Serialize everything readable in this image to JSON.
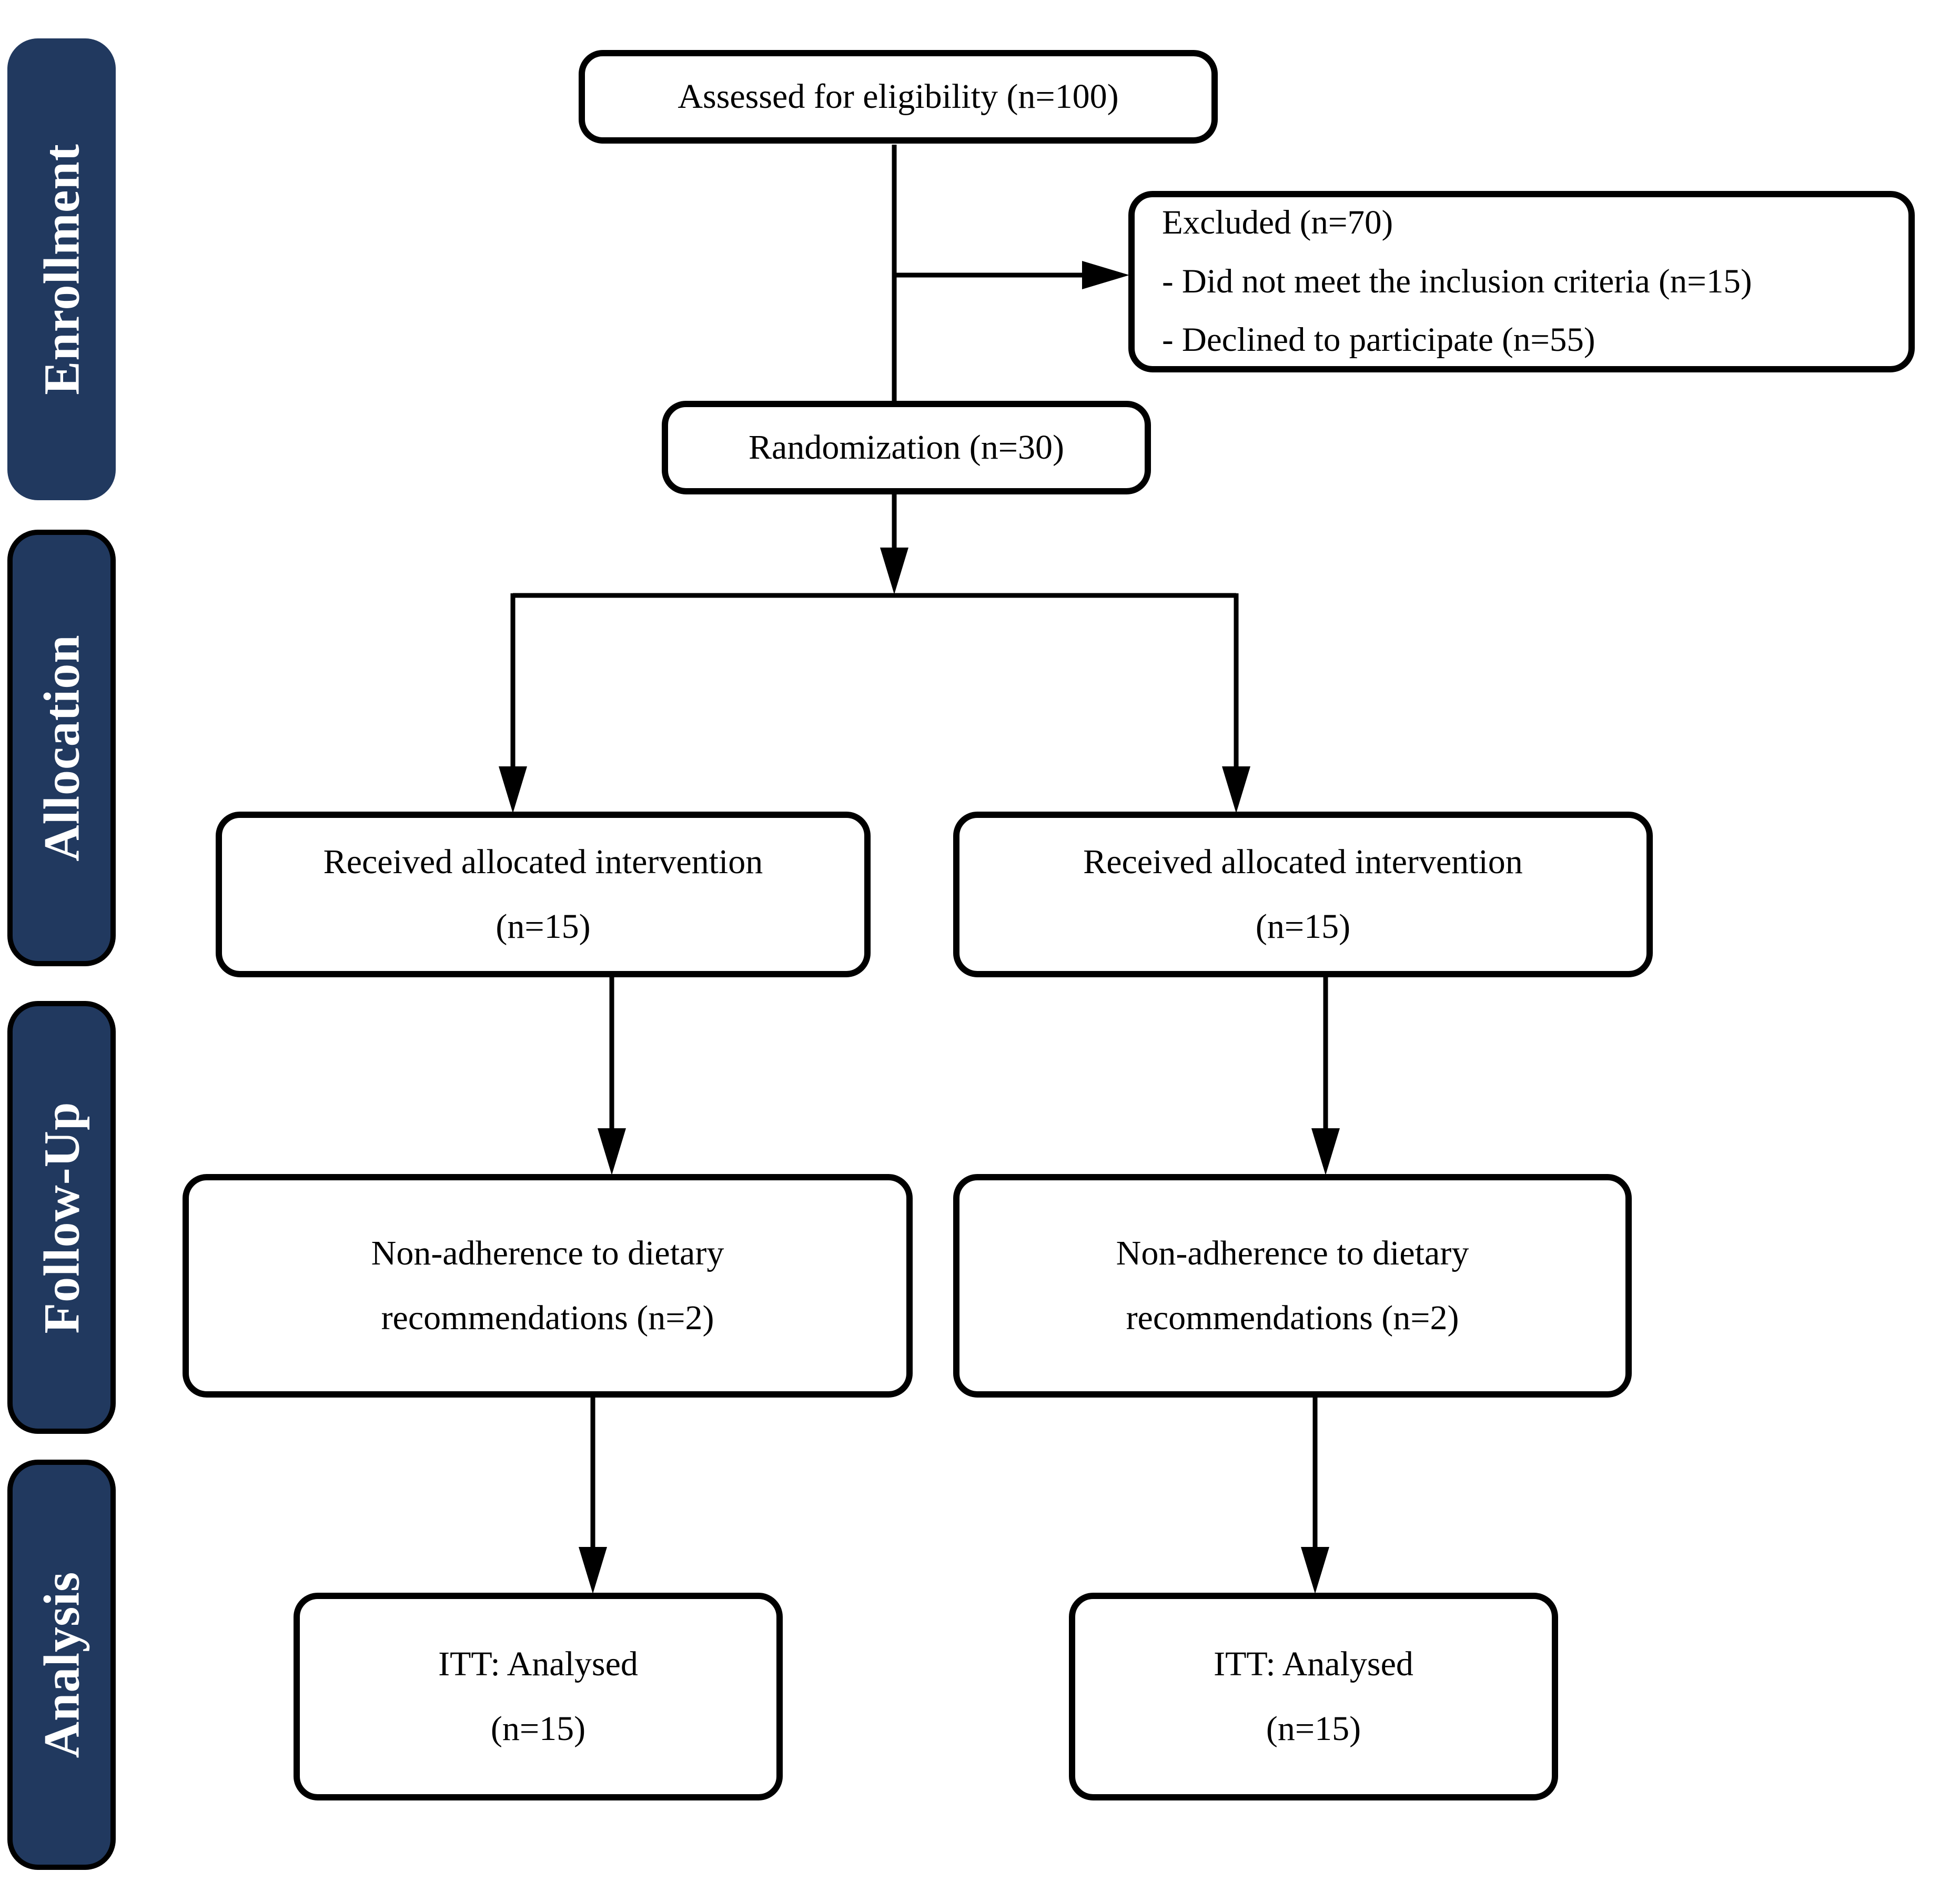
{
  "colors": {
    "band_fill": "#21395f",
    "band_text": "#ffffff",
    "box_fill": "#ffffff",
    "stroke": "#000000"
  },
  "stages": [
    {
      "id": "enrollment",
      "label": "Enrollment"
    },
    {
      "id": "allocation",
      "label": "Allocation"
    },
    {
      "id": "followup",
      "label": "Follow-Up"
    },
    {
      "id": "analysis",
      "label": "Analysis"
    }
  ],
  "boxes": {
    "assessed": {
      "lines": [
        "Assessed for eligibility (n=100)"
      ]
    },
    "excluded": {
      "lines": [
        "Excluded (n=70)",
        "- Did not meet the inclusion criteria (n=15)",
        "- Declined to participate (n=55)"
      ]
    },
    "randomization": {
      "lines": [
        "Randomization (n=30)"
      ]
    },
    "received_left": {
      "lines": [
        "Received allocated intervention",
        "(n=15)"
      ]
    },
    "received_right": {
      "lines": [
        "Received allocated intervention",
        "(n=15)"
      ]
    },
    "nonadherence_left": {
      "lines": [
        "Non-adherence to dietary",
        "recommendations (n=2)"
      ]
    },
    "nonadherence_right": {
      "lines": [
        "Non-adherence to dietary",
        "recommendations (n=2)"
      ]
    },
    "itt_left": {
      "lines": [
        "ITT: Analysed",
        "(n=15)"
      ]
    },
    "itt_right": {
      "lines": [
        "ITT: Analysed",
        "(n=15)"
      ]
    }
  }
}
